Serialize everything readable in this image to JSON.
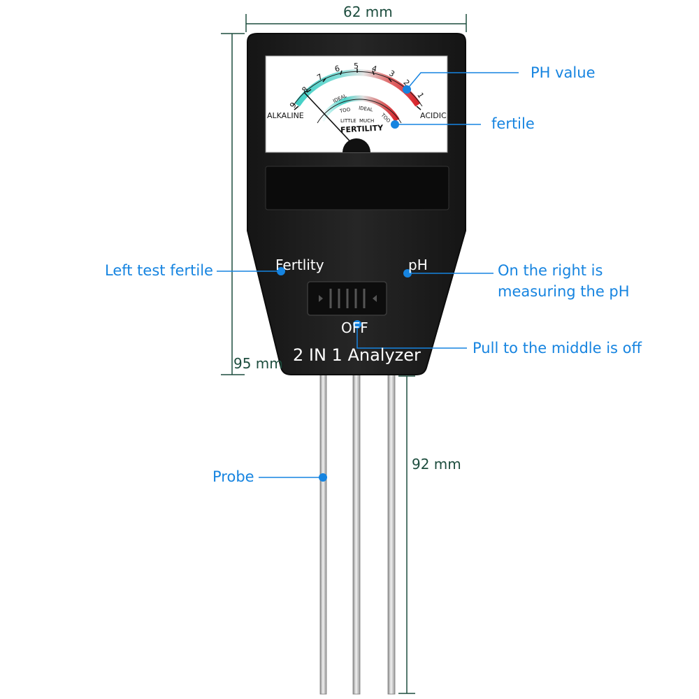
{
  "dimensions": {
    "width": "62 mm",
    "body_height": "95 mm",
    "probe_length": "92 mm"
  },
  "device": {
    "left_switch": "Fertlity",
    "right_switch": "pH",
    "off": "OFF",
    "model": "2 IN 1 Analyzer"
  },
  "meter": {
    "ph_ticks": [
      "9",
      "8",
      "7",
      "6",
      "5",
      "4",
      "3",
      "2",
      "1"
    ],
    "alkaline": "ALKALINE",
    "acidic": "ACIDIC",
    "ideal_left": "IDEAL",
    "ideal_right": "IDEAL",
    "too_left": "TOO",
    "too_right": "TOO",
    "little": "LITTLE",
    "much": "MUCH",
    "fertility": "FERTILITY"
  },
  "callouts": {
    "ph_value": "PH value",
    "fertile": "fertile",
    "left_test": "Left test fertile",
    "right_line1": "On the right is",
    "right_line2": "measuring the pH",
    "pull_middle": "Pull to the middle is off",
    "probe": "Probe"
  },
  "colors": {
    "accent": "#1684e0",
    "dimension": "#1d4d3e",
    "device_body": "#1e1e1e",
    "ph_alkaline": "#44cfc6",
    "ph_acidic": "#d8232a"
  }
}
